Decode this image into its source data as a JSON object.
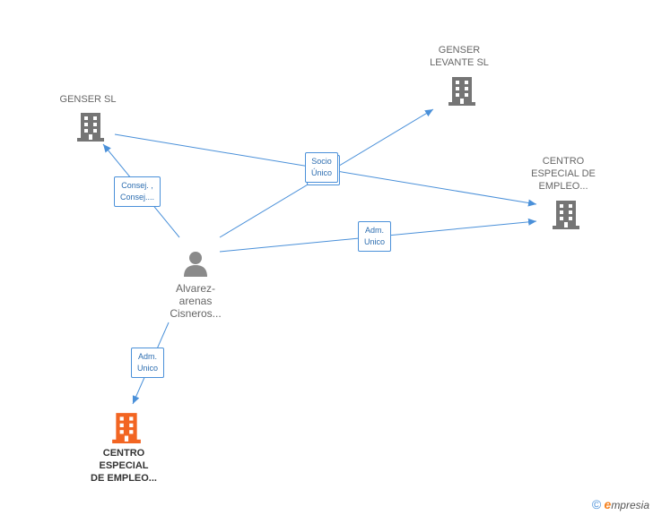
{
  "nodes": {
    "genser_sl": {
      "label": [
        "GENSER SL"
      ]
    },
    "genser_levante": {
      "label": [
        "GENSER",
        "LEVANTE SL"
      ]
    },
    "centro_right": {
      "label": [
        "CENTRO",
        "ESPECIAL DE",
        "EMPLEO..."
      ]
    },
    "person": {
      "label": [
        "Alvarez-",
        "arenas",
        "Cisneros..."
      ]
    },
    "centro_focus": {
      "label": [
        "CENTRO",
        "ESPECIAL",
        "DE EMPLEO..."
      ]
    }
  },
  "edge_labels": {
    "consej": [
      "Consej. ,",
      "Consej...."
    ],
    "socio": [
      "Socio",
      "Único"
    ],
    "adm_right": [
      "Adm.",
      "Unico"
    ],
    "adm_down": [
      "Adm.",
      "Unico"
    ]
  },
  "colors": {
    "edge": "#4a90d9",
    "building": "#757575",
    "focus_building": "#f26522",
    "person": "#8a8a8a"
  },
  "footer": {
    "copyright": "©",
    "brand_initial": "e",
    "brand_rest": "mpresia"
  }
}
